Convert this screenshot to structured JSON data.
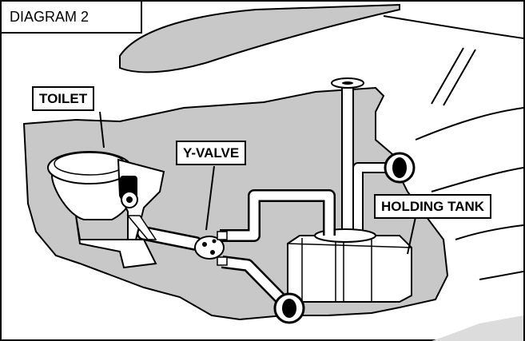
{
  "diagram": {
    "title": "DIAGRAM 2",
    "labels": {
      "toilet": "TOILET",
      "y_valve": "Y-VALVE",
      "holding_tank": "HOLDING TANK"
    }
  },
  "colors": {
    "hull_interior": "#c8c8c8",
    "outline": "#000000",
    "background": "#ffffff"
  }
}
